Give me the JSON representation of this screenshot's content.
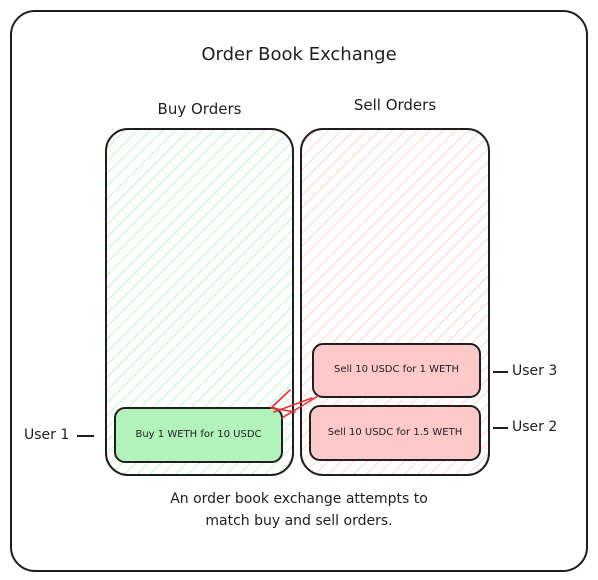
{
  "title": "Order Book Exchange",
  "columns": {
    "buy": {
      "label": "Buy Orders",
      "fill": "#b2f2bb"
    },
    "sell": {
      "label": "Sell Orders",
      "fill": "#ffc9c9"
    }
  },
  "orders": {
    "buy_1": "Buy 1 WETH for 10 USDC",
    "sell_1": "Sell 10 USDC for 1 WETH",
    "sell_2": "Sell 10 USDC for 1.5 WETH"
  },
  "users": {
    "user_1": "User 1",
    "user_2": "User 2",
    "user_3": "User 3"
  },
  "caption": {
    "line1": "An order book exchange attempts to",
    "line2": "match buy and sell orders."
  },
  "colors": {
    "stroke": "#1e1e1e",
    "arrow": "#e03131",
    "buy_order_fill": "#b2f2bb",
    "sell_order_fill": "#ffc9c9"
  }
}
